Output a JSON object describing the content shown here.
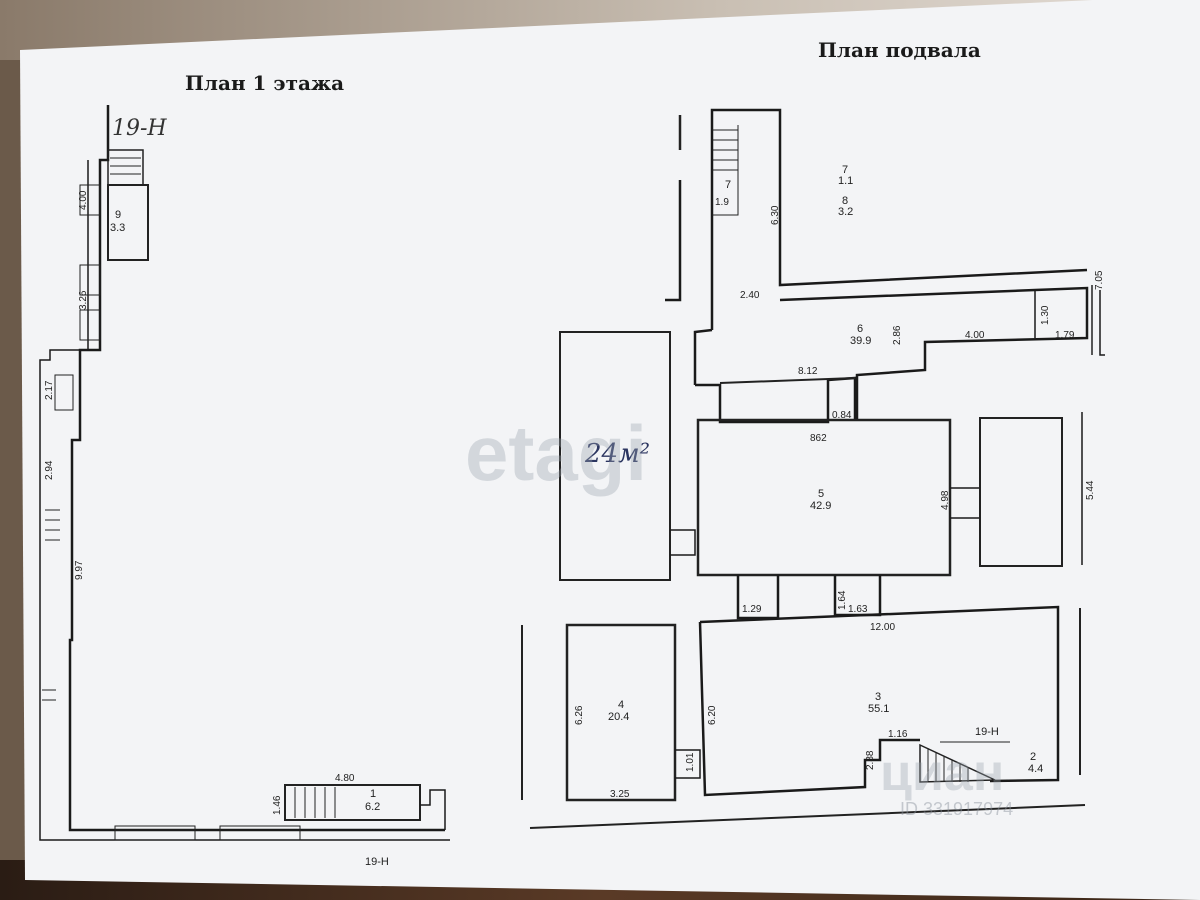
{
  "titles": {
    "floor1": "План 1 этажа",
    "basement": "План подвала"
  },
  "floor1": {
    "corner_mark": "19-Н",
    "bottom_mark": "19-Н",
    "room9": {
      "number": "9",
      "area": "3.3"
    },
    "room1": {
      "number": "1",
      "area": "6.2"
    },
    "dims": {
      "d1": "4.00",
      "d2": "3.26",
      "d3": "2.17",
      "d4": "2.94",
      "d5": "9.97",
      "d6": "4.80",
      "d7": "1.46"
    }
  },
  "basement": {
    "room7": {
      "number": "7",
      "area": "1.1"
    },
    "room8": {
      "number": "8",
      "area": "3.2"
    },
    "room6": {
      "number": "6",
      "area": "39.9"
    },
    "room5": {
      "number": "5",
      "area": "42.9"
    },
    "room4": {
      "number": "4",
      "area": "20.4"
    },
    "room3": {
      "number": "3",
      "area": "55.1"
    },
    "room2": {
      "number": "2",
      "area": "4.4"
    },
    "stair_mark": "19-Н",
    "handwritten_area": "24м²",
    "dims": {
      "d630": "6.30",
      "d240": "2.40",
      "d286": "2.86",
      "d400": "4.00",
      "d130": "1.30",
      "d179": "1.79",
      "d812": "8.12",
      "d084": "0.84",
      "d862": "862",
      "d498": "4.98",
      "d129": "1.29",
      "d164": "1.64",
      "d163": "1.63",
      "d1200": "12.00",
      "d626": "6.26",
      "d620": "6.20",
      "d101": "1.01",
      "d325": "3.25",
      "d116": "1.16",
      "d288": "2.88",
      "d19": "1.9",
      "d705": "7.05",
      "d544": "5.44"
    }
  },
  "watermark": {
    "center": "etagi",
    "brand": "циан",
    "id": "ID 331917974"
  }
}
